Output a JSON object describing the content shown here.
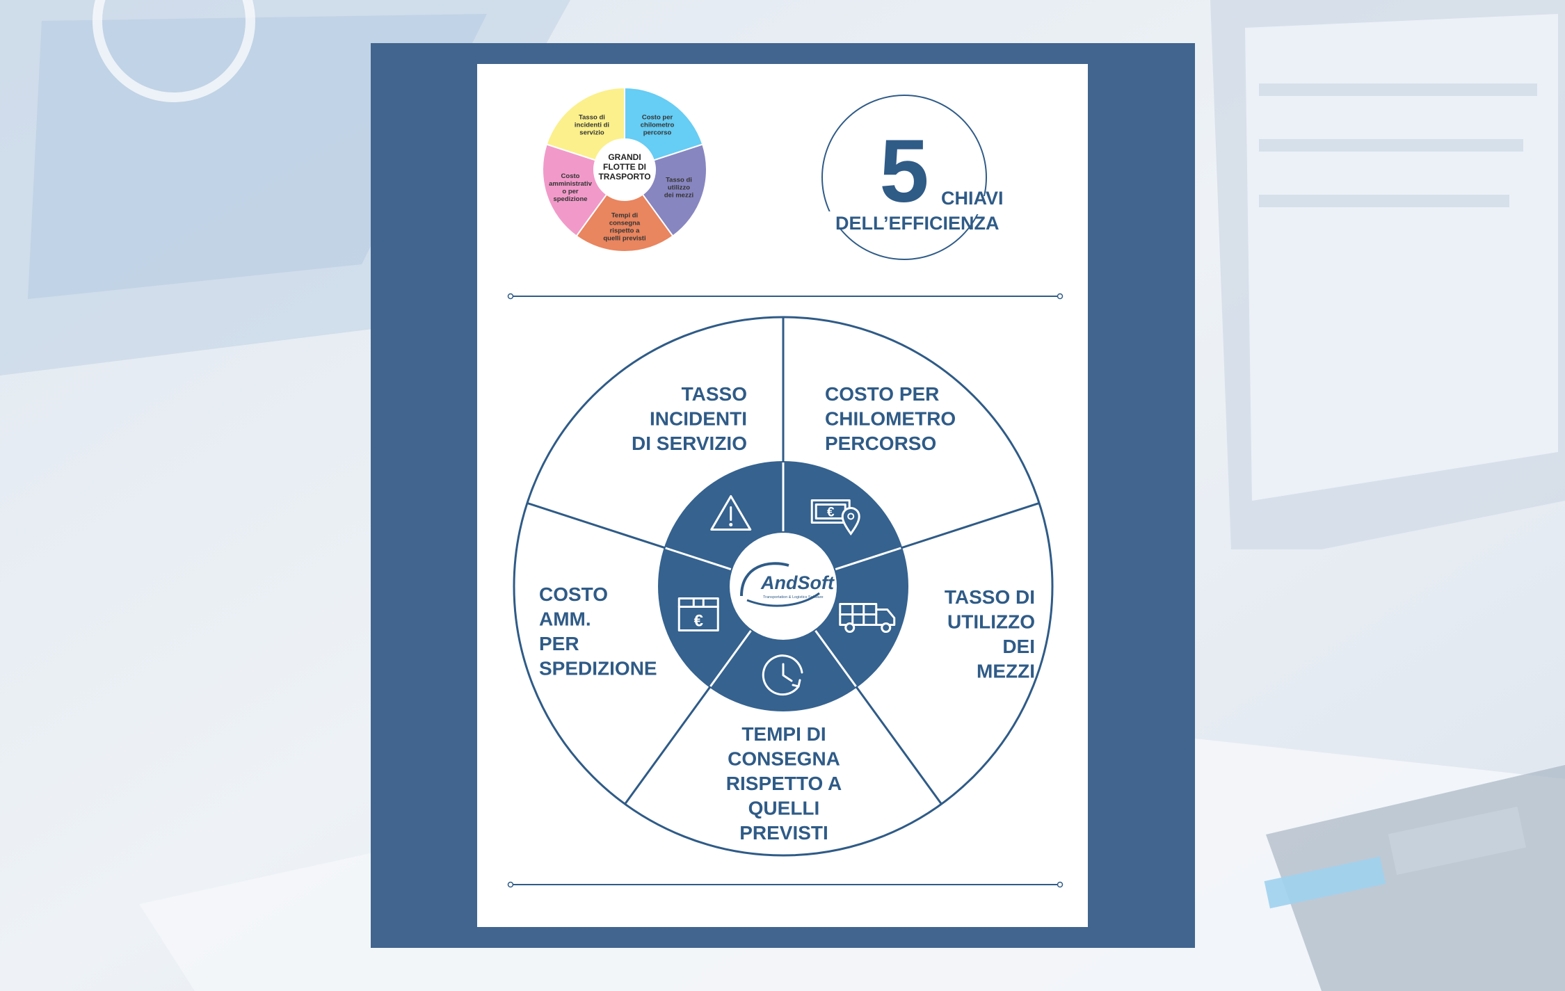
{
  "colors": {
    "frame": "#41658f",
    "navy": "#2f5b87",
    "hub": "#35628f",
    "slice_yellow": "#fbf08b",
    "slice_cyan": "#66cdf4",
    "slice_purple": "#8886c0",
    "slice_orange": "#e9855f",
    "slice_pink": "#f19ac9"
  },
  "mini_wheel": {
    "center_label": [
      "GRANDI",
      "FLOTTE DI",
      "TRASPORTO"
    ],
    "segments": [
      {
        "lines": [
          "Tasso di",
          "incidenti di",
          "servizio"
        ],
        "color_key": "slice_yellow"
      },
      {
        "lines": [
          "Costo per",
          "chilometro",
          "percorso"
        ],
        "color_key": "slice_cyan"
      },
      {
        "lines": [
          "Tasso di",
          "utilizzo",
          "dei mezzi"
        ],
        "color_key": "slice_purple"
      },
      {
        "lines": [
          "Tempi di",
          "consegna",
          "rispetto a",
          "quelli previsti"
        ],
        "color_key": "slice_orange"
      },
      {
        "lines": [
          "Costo",
          "amministrativ",
          "o per",
          "spedizione"
        ],
        "color_key": "slice_pink"
      }
    ]
  },
  "heading": {
    "number": "5",
    "line1": "CHIAVI",
    "line2": "DELL’EFFICIENZA"
  },
  "wheel": {
    "logo_text": "AndSoft",
    "logo_tagline": "Transportation & Logistics Software",
    "segments": [
      {
        "lines": [
          "TASSO",
          "INCIDENTI",
          "DI SERVIZIO"
        ],
        "icon": "warning-icon"
      },
      {
        "lines": [
          "COSTO PER",
          "CHILOMETRO",
          "PERCORSO"
        ],
        "icon": "money-location-icon"
      },
      {
        "lines": [
          "TASSO DI",
          "UTILIZZO",
          "DEI",
          "MEZZI"
        ],
        "icon": "truck-icon"
      },
      {
        "lines": [
          "TEMPI DI",
          "CONSEGNA",
          "RISPETTO A",
          "QUELLI",
          "PREVISTI"
        ],
        "icon": "clock-icon"
      },
      {
        "lines": [
          "COSTO",
          "AMM.",
          "PER",
          "SPEDIZIONE"
        ],
        "icon": "box-euro-icon"
      }
    ]
  }
}
